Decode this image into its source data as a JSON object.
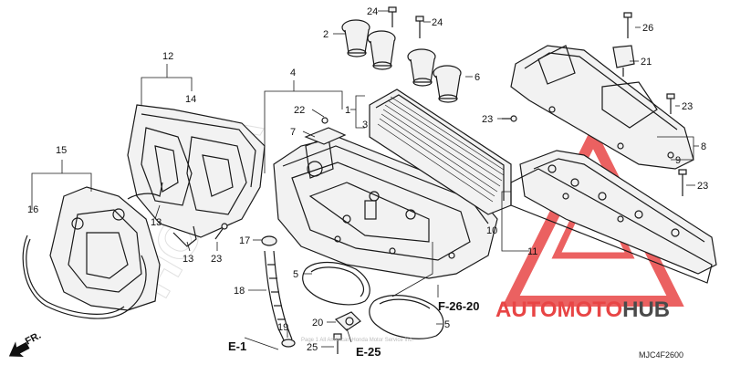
{
  "callouts": {
    "c2": "2",
    "c24a": "24",
    "c24b": "24",
    "c26": "26",
    "c21": "21",
    "c12": "12",
    "c14": "14",
    "c4": "4",
    "c6": "6",
    "c1": "1",
    "c3": "3",
    "c22": "22",
    "c7": "7",
    "c23a": "23",
    "c23b": "23",
    "c8": "8",
    "c9": "9",
    "c23c": "23",
    "c15": "15",
    "c16": "16",
    "c13a": "13",
    "c13b": "13",
    "c23d": "23",
    "c10": "10",
    "c11": "11",
    "c17": "17",
    "c5a": "5",
    "c5b": "5",
    "c18": "18",
    "c19": "19",
    "c20": "20",
    "c25": "25"
  },
  "refs": {
    "e1": "E-1",
    "e25": "E-25",
    "f2620": "F-26-20"
  },
  "fr_label": "FR.",
  "diagram_code": "MJC4F2600",
  "watermark": {
    "part1": "AUTOMOTO",
    "part2": "HUB",
    "accent": "#e84545",
    "dark": "#4a4a4a"
  },
  "faint_text": "Page 1 All American Honda Motor Service Inc."
}
